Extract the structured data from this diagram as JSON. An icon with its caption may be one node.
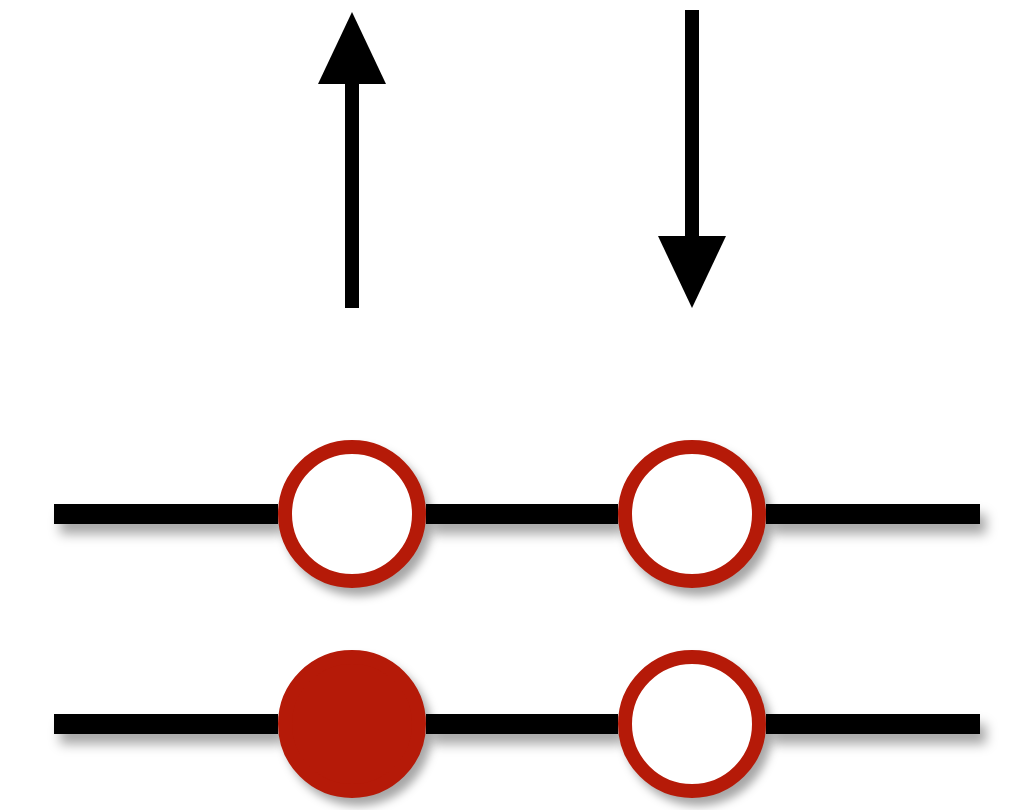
{
  "diagram": {
    "nodes": [
      {
        "text": [],
        "shape": "circle"
      },
      {
        "text": [],
        "shape": "circle"
      },
      {
        "text": [],
        "shape": "circle"
      },
      {
        "text": [],
        "shape": "circle"
      }
    ],
    "edges": [
      {
        "from": null,
        "to": 0,
        "arrow": "none"
      },
      {
        "from": 0,
        "to": 1,
        "arrow": "none"
      },
      {
        "from": 1,
        "to": null,
        "arrow": "none"
      },
      {
        "from": null,
        "to": 2,
        "arrow": "none"
      },
      {
        "from": 2,
        "to": 3,
        "arrow": "none"
      },
      {
        "from": 3,
        "to": null,
        "arrow": "none"
      }
    ]
  }
}
